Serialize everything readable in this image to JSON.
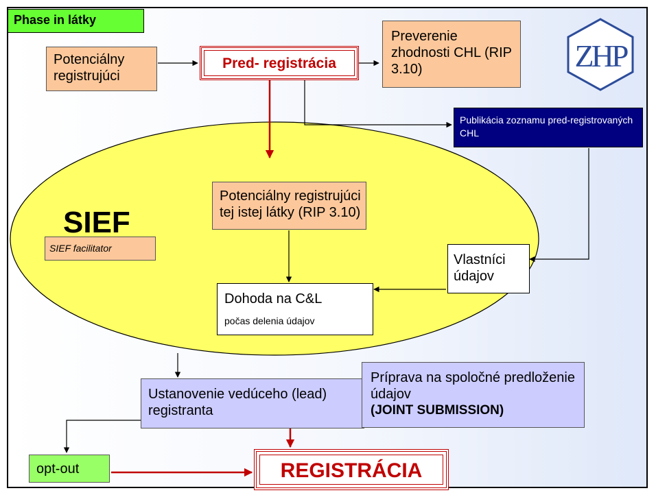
{
  "phase_in_label": "Phase in látky",
  "logo_text": "ZHP",
  "potential_registrant": "Potenciálny registrujúci",
  "pre_registration": "Pred- registrácia",
  "verification": "Preverenie zhodnosti CHL (RIP 3.10)",
  "publication": "Publikácia zoznamu pred-registrovaných CHL",
  "sief_title": "SIEF",
  "sief_facilitator": "SIEF facilitator",
  "same_substance_registrants": "Potenciálny registrujúci tej istej látky (RIP 3.10)",
  "data_owners": "Vlastníci údajov",
  "agreement_title": "Dohoda na C&L",
  "agreement_sub": "počas delenia údajov",
  "lead_registrant": "Ustanovenie vedúceho (lead) registranta",
  "joint_prep": "Príprava na spoločné predloženie údajov",
  "joint_submission": "(JOINT SUBMISSION)",
  "opt_out": "opt-out",
  "registration": "REGISTRÁCIA",
  "colors": {
    "orange": "#fcc89b",
    "green_tag": "#66ff33",
    "navy": "#000080",
    "yellow_ellipse": "#ffff66",
    "lavender": "#ccccff",
    "opt_out_green": "#99ff66",
    "red": "#c00000"
  }
}
